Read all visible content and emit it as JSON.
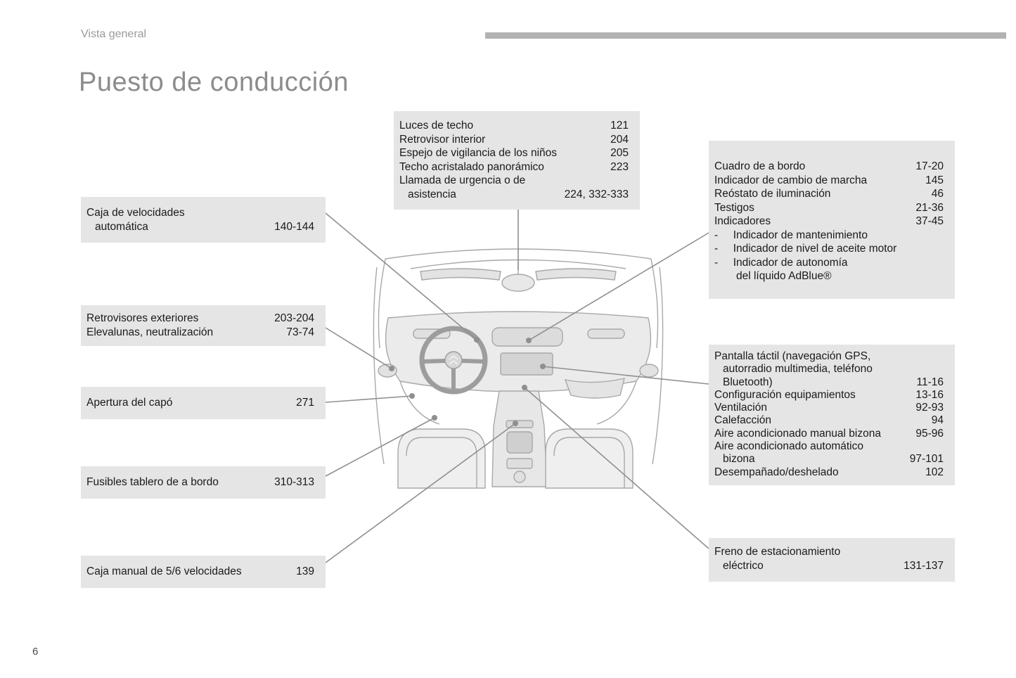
{
  "page": {
    "header": "Vista general",
    "title": "Puesto de conducción",
    "page_number": "6"
  },
  "colors": {
    "box_bg": "#e5e5e5",
    "rule": "#b2b2b2",
    "title": "#8c8c8c",
    "line": "#8f8f8f"
  },
  "boxes": {
    "roof": {
      "rows": [
        {
          "label": "Luces de techo",
          "pages": "121"
        },
        {
          "label": "Retrovisor interior",
          "pages": "204"
        },
        {
          "label": "Espejo de vigilancia de los niños",
          "pages": "205"
        },
        {
          "label": "Techo acristalado panorámico",
          "pages": "223"
        },
        {
          "label": "Llamada de urgencia o de",
          "pages": ""
        },
        {
          "label": "asistencia",
          "pages": "224, 332-333"
        }
      ]
    },
    "cluster": {
      "rows": [
        {
          "label": "Cuadro de a bordo",
          "pages": "17-20"
        },
        {
          "label": "Indicador de cambio de marcha",
          "pages": "145"
        },
        {
          "label": "Reóstato de iluminación",
          "pages": "46"
        },
        {
          "label": "Testigos",
          "pages": "21-36"
        },
        {
          "label": "Indicadores",
          "pages": "37-45"
        },
        {
          "label": "-     Indicador de mantenimiento",
          "pages": ""
        },
        {
          "label": "-     Indicador de nivel de aceite motor",
          "pages": ""
        },
        {
          "label": "-     Indicador de autonomía",
          "pages": ""
        },
        {
          "label": "del líquido AdBlue®",
          "pages": ""
        }
      ]
    },
    "auto_gearbox": {
      "rows": [
        {
          "label": "Caja de velocidades",
          "pages": ""
        },
        {
          "label": "automática",
          "pages": "140-144"
        }
      ]
    },
    "mirrors": {
      "rows": [
        {
          "label": "Retrovisores exteriores",
          "pages": "203-204"
        },
        {
          "label": "Elevalunas, neutralización",
          "pages": "73-74"
        }
      ]
    },
    "bonnet": {
      "rows": [
        {
          "label": "Apertura del capó",
          "pages": "271"
        }
      ]
    },
    "fuses": {
      "rows": [
        {
          "label": "Fusibles tablero de a bordo",
          "pages": "310-313"
        }
      ]
    },
    "manual_gearbox": {
      "rows": [
        {
          "label": "Caja manual de 5/6 velocidades",
          "pages": "139"
        }
      ]
    },
    "touchscreen": {
      "rows": [
        {
          "label": "Pantalla táctil (navegación GPS,",
          "pages": ""
        },
        {
          "label": "autorradio multimedia, teléfono",
          "pages": ""
        },
        {
          "label": "Bluetooth)",
          "pages": "11-16"
        },
        {
          "label": "Configuración equipamientos",
          "pages": "13-16"
        },
        {
          "label": "Ventilación",
          "pages": "92-93"
        },
        {
          "label": "Calefacción",
          "pages": "94"
        },
        {
          "label": "Aire acondicionado manual bizona",
          "pages": "95-96"
        },
        {
          "label": "Aire acondicionado automático",
          "pages": ""
        },
        {
          "label": "bizona",
          "pages": "97-101"
        },
        {
          "label": "Desempañado/deshelado",
          "pages": "102"
        }
      ]
    },
    "parking_brake": {
      "rows": [
        {
          "label": "Freno de estacionamiento",
          "pages": ""
        },
        {
          "label": "eléctrico",
          "pages": "131-137"
        }
      ]
    }
  }
}
